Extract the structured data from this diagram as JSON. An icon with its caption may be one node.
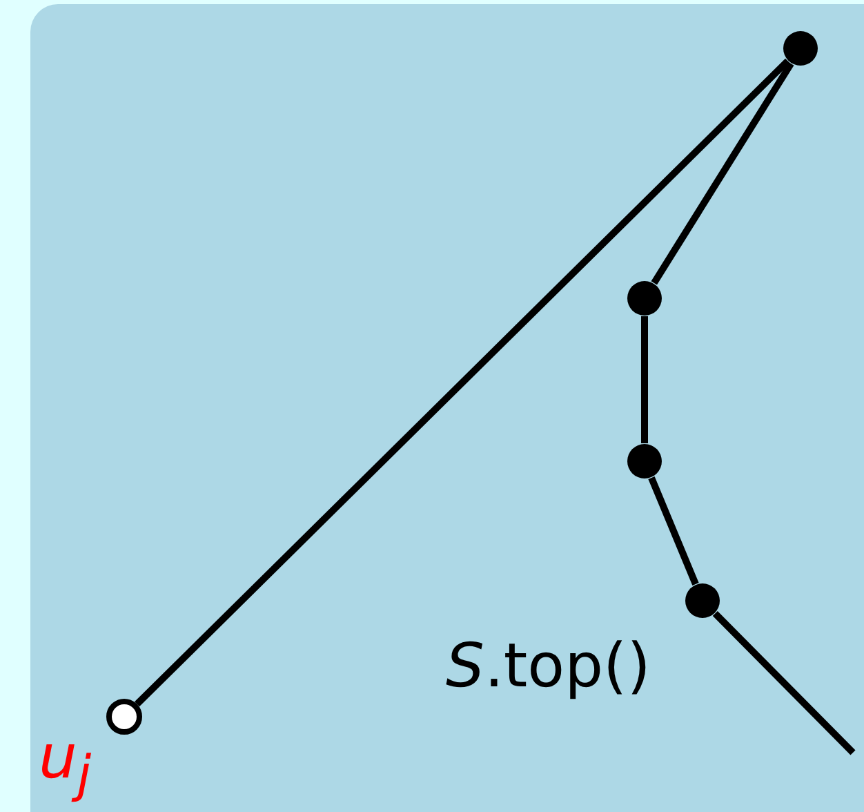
{
  "diagram": {
    "nodes": [
      {
        "text": [],
        "shape": "circle"
      },
      {
        "text": [],
        "shape": "circle"
      },
      {
        "text": [],
        "shape": "circle"
      },
      {
        "text": [],
        "shape": "circle",
        "beside": [
          "*S*.top()"
        ]
      },
      {
        "text": [],
        "shape": "circle",
        "beside": [
          "u$_{j}$"
        ]
      }
    ],
    "edges": [
      {
        "from": 0,
        "to": 4,
        "arrow": "none"
      },
      {
        "from": 0,
        "to": 1,
        "arrow": "none"
      },
      {
        "from": 1,
        "to": 2,
        "arrow": "none"
      },
      {
        "from": 2,
        "to": 3,
        "arrow": "none"
      },
      {
        "from": 3,
        "to": null,
        "arrow": "none"
      }
    ]
  }
}
